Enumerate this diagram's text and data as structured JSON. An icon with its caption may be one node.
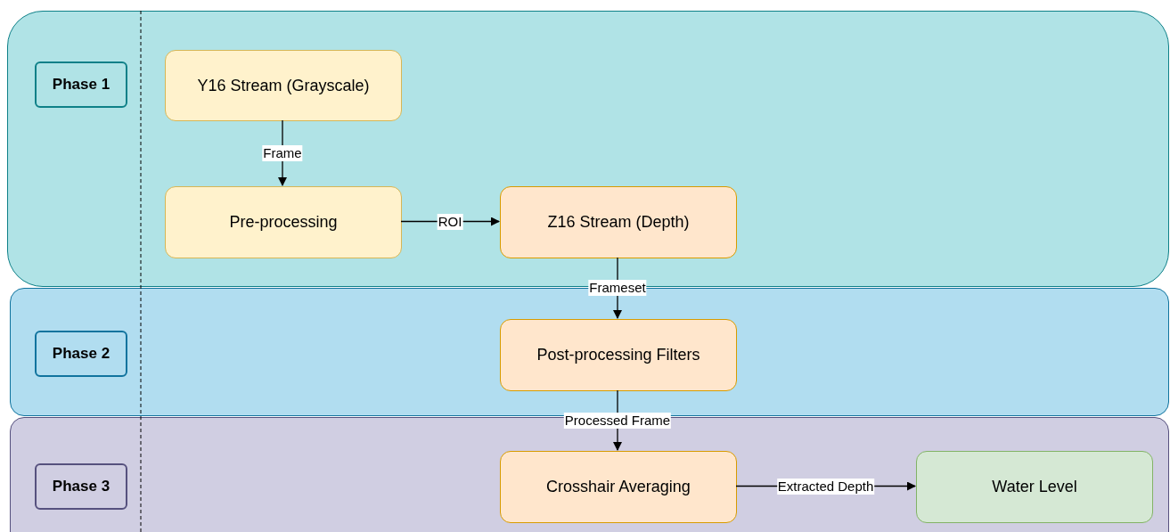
{
  "diagram": {
    "nodes": [
      {
        "text": [],
        "shape": "box"
      },
      {
        "text": [
          "Phase 1"
        ],
        "in": 0
      },
      {
        "text": [
          "Y16 Stream (Grayscale)"
        ],
        "in": 0
      },
      {
        "text": [
          "Pre-processing"
        ],
        "in": 0
      },
      {
        "text": [
          "Z16 Stream (Depth)"
        ],
        "in": 0
      },
      {
        "text": [],
        "shape": "box"
      },
      {
        "text": [
          "Phase 2"
        ],
        "in": 5
      },
      {
        "text": [
          "Post-processing Filters"
        ],
        "in": 5
      },
      {
        "text": [],
        "shape": "box"
      },
      {
        "text": [
          "Phase 3"
        ],
        "in": 8
      },
      {
        "text": [
          "Crosshair Averaging"
        ],
        "in": 8
      },
      {
        "text": [
          "Water Level"
        ],
        "in": 8
      }
    ],
    "edges": [
      {
        "from": 2,
        "to": 3,
        "arrow": "to",
        "label": "Frame"
      },
      {
        "from": 3,
        "to": 4,
        "arrow": "to",
        "label": "ROI"
      },
      {
        "from": 4,
        "to": 7,
        "arrow": "to",
        "label": "Frameset"
      },
      {
        "from": 7,
        "to": 10,
        "arrow": "to",
        "label": "Processed Frame"
      },
      {
        "from": 10,
        "to": 11,
        "arrow": "to",
        "label": "Extracted Depth"
      }
    ]
  }
}
